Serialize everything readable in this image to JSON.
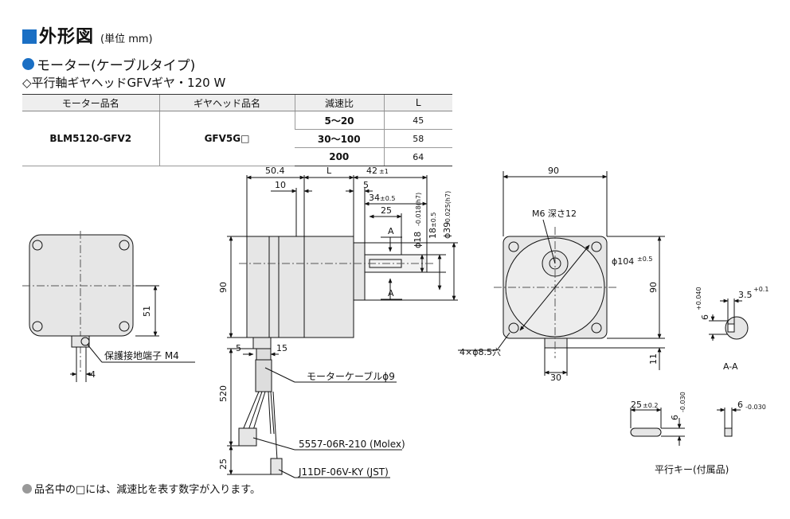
{
  "heading": {
    "title": "外形図",
    "unit": "(単位 mm)"
  },
  "subheading": "モーター(ケーブルタイプ)",
  "spec_line": "◇平行軸ギヤヘッドGFVギヤ・120 W",
  "table": {
    "headers": [
      "モーター品名",
      "ギヤヘッド品名",
      "減速比",
      "L"
    ],
    "motor": "BLM5120-GFV2",
    "gear": "GFV5G□",
    "rows": [
      {
        "ratio": "5～20",
        "L": "45"
      },
      {
        "ratio": "30～100",
        "L": "58"
      },
      {
        "ratio": "200",
        "L": "64"
      }
    ]
  },
  "dims": {
    "d504": "50.4",
    "dL": "L",
    "d42": "42",
    "d42tol": "±1",
    "d10": "10",
    "d5": "5",
    "d34": "34",
    "d34tol": "±0.5",
    "d25": "25",
    "phi18": "ϕ18",
    "phi18tol": "-0.018(h7)",
    "d18": "18",
    "d18tol": "±0.5",
    "phi39": "ϕ39",
    "phi39tol": "-0.025(h7)",
    "zero": "0",
    "secA": "A",
    "d90": "90",
    "d51": "51",
    "d4": "4",
    "d5b": "5",
    "d15": "15",
    "d520": "520",
    "d25b": "25",
    "m6": "M6 深さ12",
    "phi104": "ϕ104",
    "phi104tol": "±0.5",
    "holes": "4×ϕ8.5穴",
    "d30": "30",
    "d11": "11",
    "key35": "3.5",
    "key35tol": "+0.1",
    "key6": "6",
    "key6tol": "+0.040",
    "sectionAA": "A-A",
    "key25": "25",
    "key25tol": "±0.2",
    "key6b": "6",
    "key6btol": "-0.030",
    "key6c": "6",
    "key6ctol": "-0.030"
  },
  "labels": {
    "ground": "保護接地端子 M4",
    "cable": "モーターケーブルϕ9",
    "molex": "5557-06R-210 (Molex)",
    "jst": "J11DF-06V-KY (JST)",
    "key_caption": "平行キー(付属品)"
  },
  "footnote": "品名中の□には、減速比を表す数字が入ります。"
}
